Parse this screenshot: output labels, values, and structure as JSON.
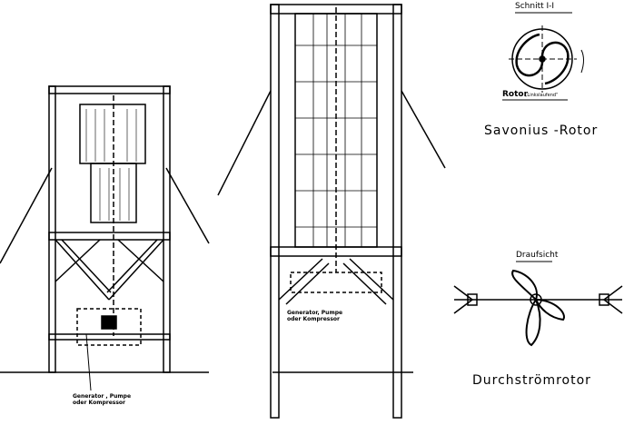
{
  "labels": {
    "left_generator": [
      "Generator , Pumpe",
      "oder Kompressor"
    ],
    "middle_generator": [
      "Generator, Pumpe",
      "oder Kompressor"
    ],
    "section_title": "Schnitt I-I",
    "rotor_caption": "Rotor",
    "rotor_note": "„Linkslaufend“",
    "savonius": "Savonius -Rotor",
    "top_view": "Draufsicht",
    "crossflow": "Durchströmrotor"
  },
  "colors": {
    "ink": "#000000",
    "paper": "#ffffff"
  }
}
